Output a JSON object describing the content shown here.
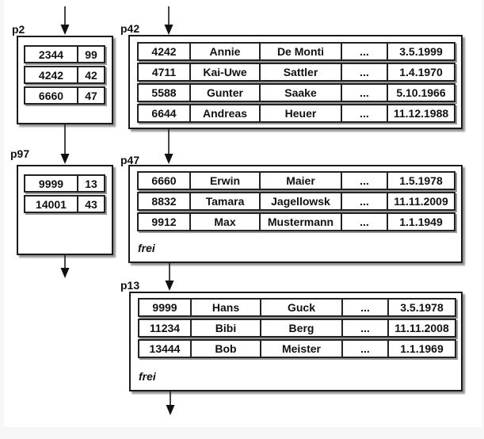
{
  "diagram": {
    "index_pages": [
      {
        "label": "p2",
        "rows": [
          {
            "key": "2344",
            "page": "99"
          },
          {
            "key": "4242",
            "page": "42"
          },
          {
            "key": "6660",
            "page": "47"
          }
        ]
      },
      {
        "label": "p97",
        "rows": [
          {
            "key": "9999",
            "page": "13"
          },
          {
            "key": "14001",
            "page": "43"
          }
        ]
      }
    ],
    "data_pages": [
      {
        "label": "p42",
        "free_label": "",
        "rows": [
          [
            "4242",
            "Annie",
            "De Monti",
            "...",
            "3.5.1999"
          ],
          [
            "4711",
            "Kai-Uwe",
            "Sattler",
            "...",
            "1.4.1970"
          ],
          [
            "5588",
            "Gunter",
            "Saake",
            "...",
            "5.10.1966"
          ],
          [
            "6644",
            "Andreas",
            "Heuer",
            "...",
            "11.12.1988"
          ]
        ]
      },
      {
        "label": "p47",
        "free_label": "frei",
        "rows": [
          [
            "6660",
            "Erwin",
            "Maier",
            "...",
            "1.5.1978"
          ],
          [
            "8832",
            "Tamara",
            "Jagellowsk",
            "...",
            "11.11.2009"
          ],
          [
            "9912",
            "Max",
            "Mustermann",
            "...",
            "1.1.1949"
          ]
        ]
      },
      {
        "label": "p13",
        "free_label": "frei",
        "rows": [
          [
            "9999",
            "Hans",
            "Guck",
            "...",
            "3.5.1978"
          ],
          [
            "11234",
            "Bibi",
            "Berg",
            "...",
            "11.11.2008"
          ],
          [
            "13444",
            "Bob",
            "Meister",
            "...",
            "1.1.1969"
          ]
        ]
      }
    ]
  }
}
